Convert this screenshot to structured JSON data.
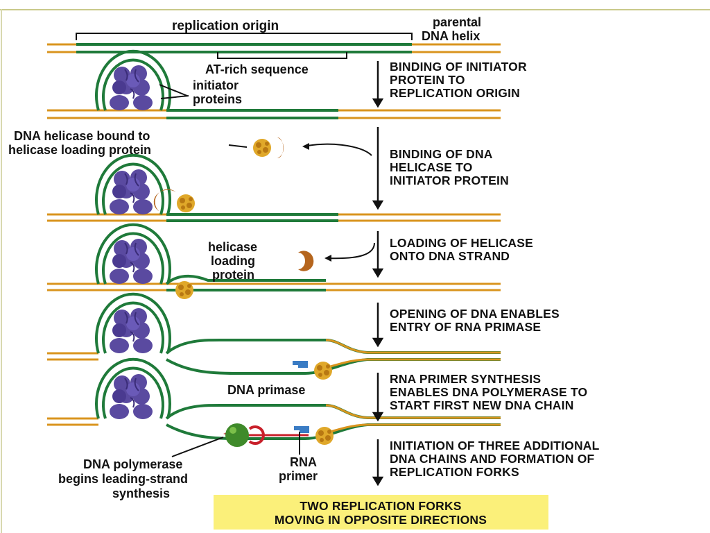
{
  "labels": {
    "replication_origin": "replication origin",
    "parental_dna_helix": [
      "parental",
      "DNA helix"
    ],
    "at_rich_sequence": "AT-rich sequence",
    "initiator_proteins": [
      "initiator",
      "proteins"
    ],
    "helicase_bound": [
      "DNA helicase bound to",
      "helicase loading protein"
    ],
    "helicase_loading_protein": [
      "helicase",
      "loading",
      "protein"
    ],
    "dna_primase": "DNA primase",
    "dna_polymerase": [
      "DNA polymerase",
      "begins leading-strand",
      "synthesis"
    ],
    "rna_primer": [
      "RNA",
      "primer"
    ]
  },
  "steps": [
    [
      "BINDING OF INITIATOR",
      "PROTEIN TO",
      "REPLICATION ORIGIN"
    ],
    [
      "BINDING OF DNA",
      "HELICASE TO",
      "INITIATOR PROTEIN"
    ],
    [
      "LOADING OF HELICASE",
      "ONTO DNA STRAND"
    ],
    [
      "OPENING OF DNA ENABLES",
      "ENTRY OF RNA PRIMASE"
    ],
    [
      "RNA PRIMER SYNTHESIS",
      "ENABLES DNA POLYMERASE TO",
      "START FIRST NEW DNA CHAIN"
    ],
    [
      "INITIATION OF THREE ADDITIONAL",
      "DNA CHAINS AND FORMATION OF",
      "REPLICATION FORKS"
    ]
  ],
  "banner": [
    "TWO REPLICATION FORKS",
    "MOVING IN OPPOSITE DIRECTIONS"
  ],
  "colors": {
    "orange_strand": "#d9941e",
    "green_strand": "#1f7a3a",
    "initiator_purple": "#5a4aa0",
    "helicase_gold": "#e0a82a",
    "primase_blue": "#3a7cc4",
    "polymerase_green": "#3f8a2a",
    "primer_red": "#c8202a",
    "banner_yellow": "#fbf07a"
  }
}
